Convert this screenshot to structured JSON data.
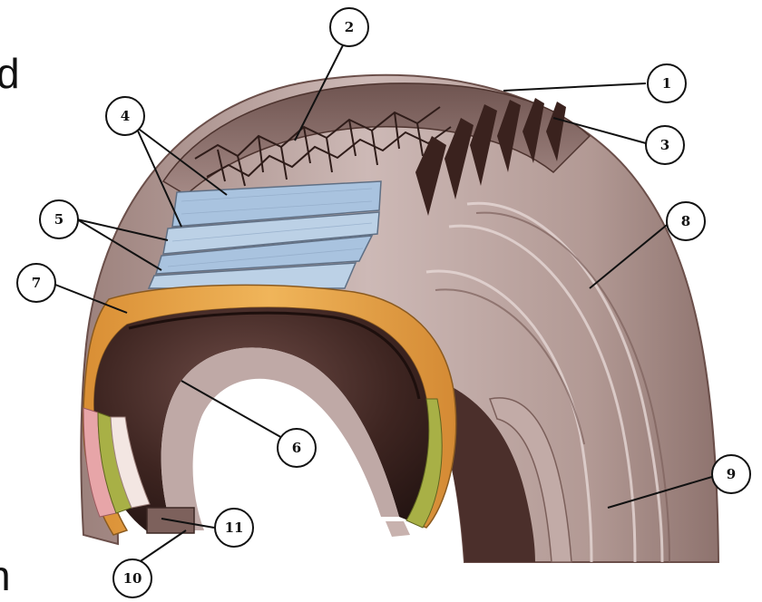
{
  "page": {
    "left_edge_fragment_top": "d",
    "left_edge_fragment_bottom": "n"
  },
  "diagram": {
    "subject": "tire cutaway",
    "callouts": [
      {
        "number": "1",
        "target": "tread surface"
      },
      {
        "number": "2",
        "target": "tread pattern"
      },
      {
        "number": "3",
        "target": "tread grooves"
      },
      {
        "number": "4",
        "target": "belt layers"
      },
      {
        "number": "5",
        "target": "belt layers"
      },
      {
        "number": "6",
        "target": "inner liner"
      },
      {
        "number": "7",
        "target": "carcass ply"
      },
      {
        "number": "8",
        "target": "sidewall"
      },
      {
        "number": "9",
        "target": "lower sidewall"
      },
      {
        "number": "10",
        "target": "bead"
      },
      {
        "number": "11",
        "target": "bead core"
      }
    ]
  },
  "colors": {
    "rubber_light": "#cbb7b4",
    "rubber_mid": "#a88e8a",
    "rubber_dark": "#5a3b36",
    "belt_blue": "#a9c3df",
    "ply_orange": "#e5a645",
    "liner_green": "#a8b046",
    "bead_pink": "#e7a5a8",
    "inner_dark": "#3c231f"
  }
}
